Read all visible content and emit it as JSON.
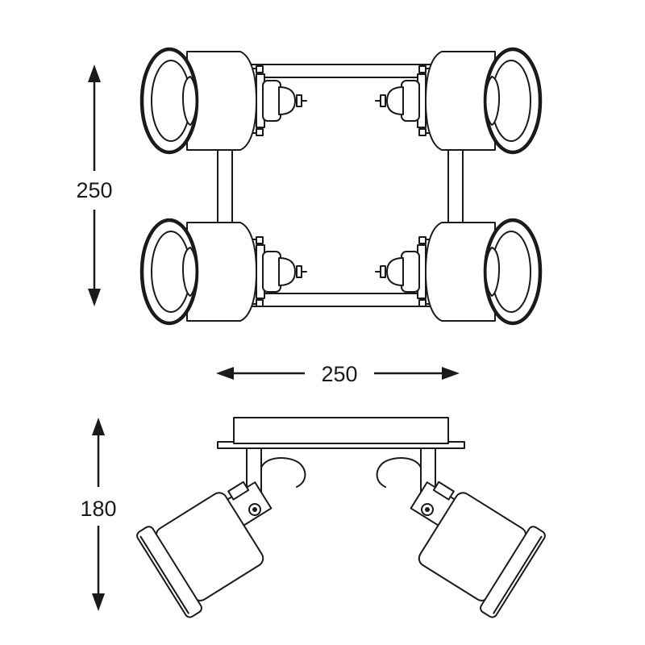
{
  "dimensions": {
    "top_height": "250",
    "width": "250",
    "side_height": "180"
  },
  "colors": {
    "line": "#1a1a1a",
    "background": "#ffffff"
  }
}
